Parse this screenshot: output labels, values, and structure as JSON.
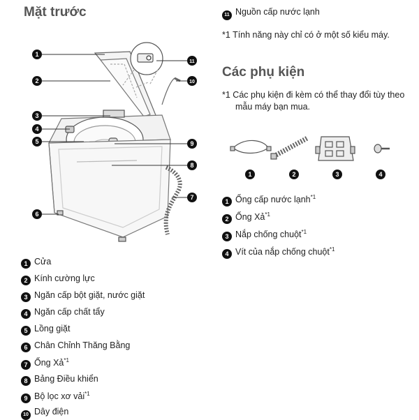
{
  "front": {
    "title": "Mặt trước",
    "callouts": [
      "1",
      "2",
      "3",
      "4",
      "5",
      "6",
      "7",
      "8",
      "9",
      "10",
      "11"
    ]
  },
  "legend_left": [
    {
      "num": "1",
      "label": "Cửa",
      "sup": ""
    },
    {
      "num": "2",
      "label": "Kính cường lực",
      "sup": ""
    },
    {
      "num": "3",
      "label": "Ngăn cấp bột giặt, nước giặt",
      "sup": ""
    },
    {
      "num": "4",
      "label": "Ngăn cấp chất tẩy",
      "sup": ""
    },
    {
      "num": "5",
      "label": "Lồng giặt",
      "sup": ""
    },
    {
      "num": "6",
      "label": "Chân Chỉnh Thăng Bằng",
      "sup": ""
    },
    {
      "num": "7",
      "label": "Ống Xả",
      "sup": "*1"
    },
    {
      "num": "8",
      "label": "Bảng Điều khiển",
      "sup": ""
    },
    {
      "num": "9",
      "label": "Bộ lọc xơ vải",
      "sup": "*1"
    },
    {
      "num": "10",
      "label": "Dây điện",
      "sup": ""
    }
  ],
  "right_top": {
    "item11": {
      "num": "11",
      "label": "Nguồn cấp nước lạnh"
    },
    "note": "*1 Tính năng này chỉ có ở một số kiểu máy."
  },
  "accessories": {
    "title": "Các phụ kiện",
    "note_line1": "*1 Các phụ kiện đi kèm có thể thay đổi tùy theo",
    "note_line2": "mẫu máy bạn mua.",
    "icons": [
      "1",
      "2",
      "3",
      "4"
    ],
    "items": [
      {
        "num": "1",
        "label": "Ống cấp nước lạnh",
        "sup": "*1"
      },
      {
        "num": "2",
        "label": "Ống Xả",
        "sup": "*1"
      },
      {
        "num": "3",
        "label": "Nắp chống chuột",
        "sup": "*1"
      },
      {
        "num": "4",
        "label": "Vít của nắp chống chuột",
        "sup": "*1"
      }
    ]
  }
}
